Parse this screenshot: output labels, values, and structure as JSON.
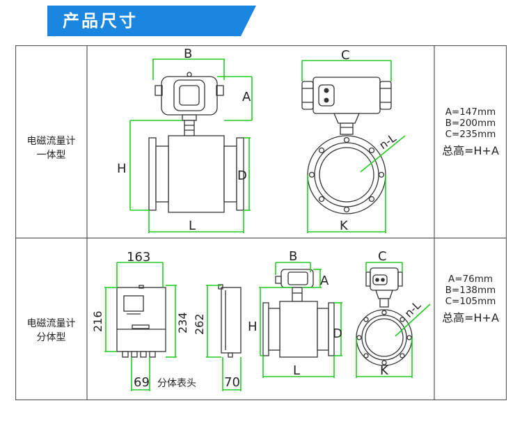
{
  "header": {
    "title": "产品尺寸",
    "accent_color": "#1a86e0"
  },
  "rows": [
    {
      "label_line1": "电磁流量计",
      "label_line2": "一体型",
      "side_view_labels": {
        "B": "B",
        "A": "A",
        "H": "H",
        "D": "D",
        "L": "L"
      },
      "front_view_labels": {
        "C": "C",
        "nL": "n-L",
        "K": "K"
      },
      "specs": {
        "a": "A=147mm",
        "b": "B=200mm",
        "c": "C=235mm",
        "total": "总高=H+A"
      }
    },
    {
      "label_line1": "电磁流量计",
      "label_line2": "分体型",
      "remote_head": {
        "width": "163",
        "height_left": "216",
        "height_right": "234",
        "bottom_width": "69",
        "caption": "分体表头",
        "side_height": "262",
        "side_depth": "70"
      },
      "side_view_labels": {
        "B": "B",
        "A": "A",
        "H": "H",
        "D": "D",
        "L": "L"
      },
      "front_view_labels": {
        "C": "C",
        "nL": "n-L",
        "K": "K"
      },
      "specs": {
        "a": "A=76mm",
        "b": "B=138mm",
        "c": "C=105mm",
        "total": "总高=H+A"
      }
    }
  ],
  "colors": {
    "dimension": "#22cc22",
    "outline": "#333333",
    "border": "#555555"
  }
}
